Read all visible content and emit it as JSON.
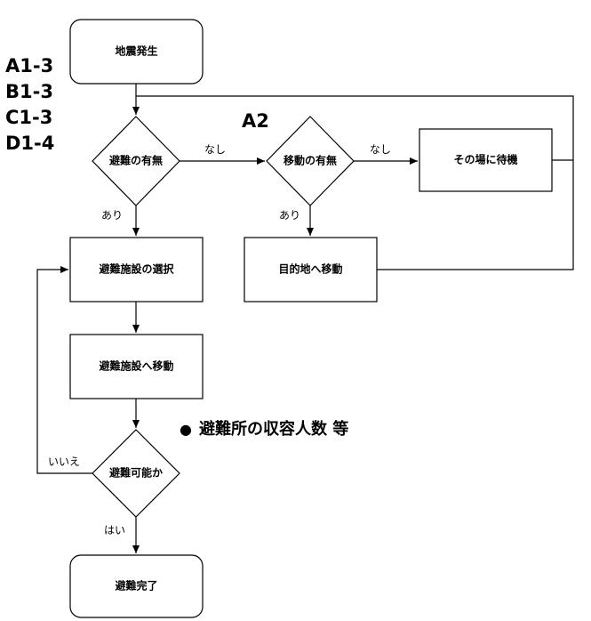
{
  "side_labels": [
    "A1-3",
    "B1-3",
    "C1-3",
    "D1-4"
  ],
  "a2_label": "A2",
  "nodes": {
    "start": "地震発生",
    "evac_decision": "避難の有無",
    "move_decision": "移動の有無",
    "wait": "その場に待機",
    "select_facility": "避難施設の選択",
    "move_destination": "目的地へ移動",
    "move_facility": "避難施設へ移動",
    "possible_decision": "避難可能か",
    "complete": "避難完了"
  },
  "edges": {
    "evac_no": "なし",
    "move_no": "なし",
    "evac_yes": "あり",
    "move_yes": "あり",
    "possible_no": "いいえ",
    "possible_yes": "はい"
  },
  "note": {
    "bullet": "●",
    "text": "避難所の収容人数 等"
  }
}
